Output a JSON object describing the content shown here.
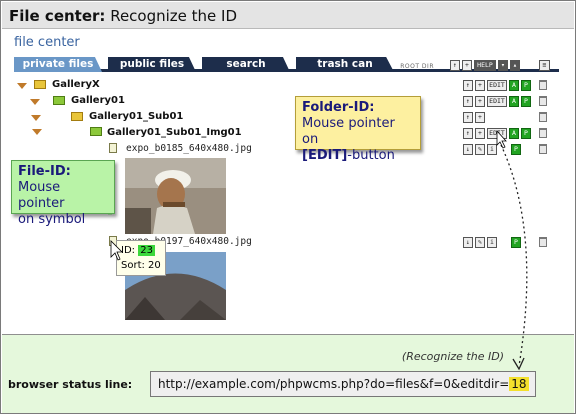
{
  "title": {
    "bold": "File center:",
    "rest": " Recognize the ID"
  },
  "section_title": "file center",
  "tabs": [
    "private files",
    "public files",
    "search",
    "trash can"
  ],
  "root_dir": "ROOT DIR",
  "toolbar": {
    "help": "HELP"
  },
  "row_buttons": {
    "edit": "EDIT",
    "a": "A",
    "p": "P"
  },
  "tree": [
    "GalleryX",
    "Gallery01",
    "Gallery01_Sub01",
    "Gallery01_Sub01_Img01"
  ],
  "files": [
    "expo_b0185_640x480.jpg",
    "expo_b0197_640x480.jpg"
  ],
  "callout_folder": {
    "title": "Folder-ID:",
    "line1": "Mouse pointer on",
    "edit": "[EDIT]",
    "tail": "-button"
  },
  "callout_file": {
    "title": "File-ID:",
    "line1": "Mouse pointer",
    "line2": "on symbol"
  },
  "tooltip": {
    "id_label": "ID:",
    "id_value": "23",
    "sort": "Sort: 20"
  },
  "recognize_note": "(Recognize the ID)",
  "status_label": "browser status line:",
  "status_url": "http://example.com/phpwcms.php?do=files&f=0&editdir=",
  "status_id": "18",
  "colors": {
    "callout_green": "#b9f3a7",
    "callout_yellow": "#fdf0a0",
    "highlight": "#f3e02c",
    "tab_dark": "#1d2d4b",
    "tab_active": "#6a97c7"
  }
}
